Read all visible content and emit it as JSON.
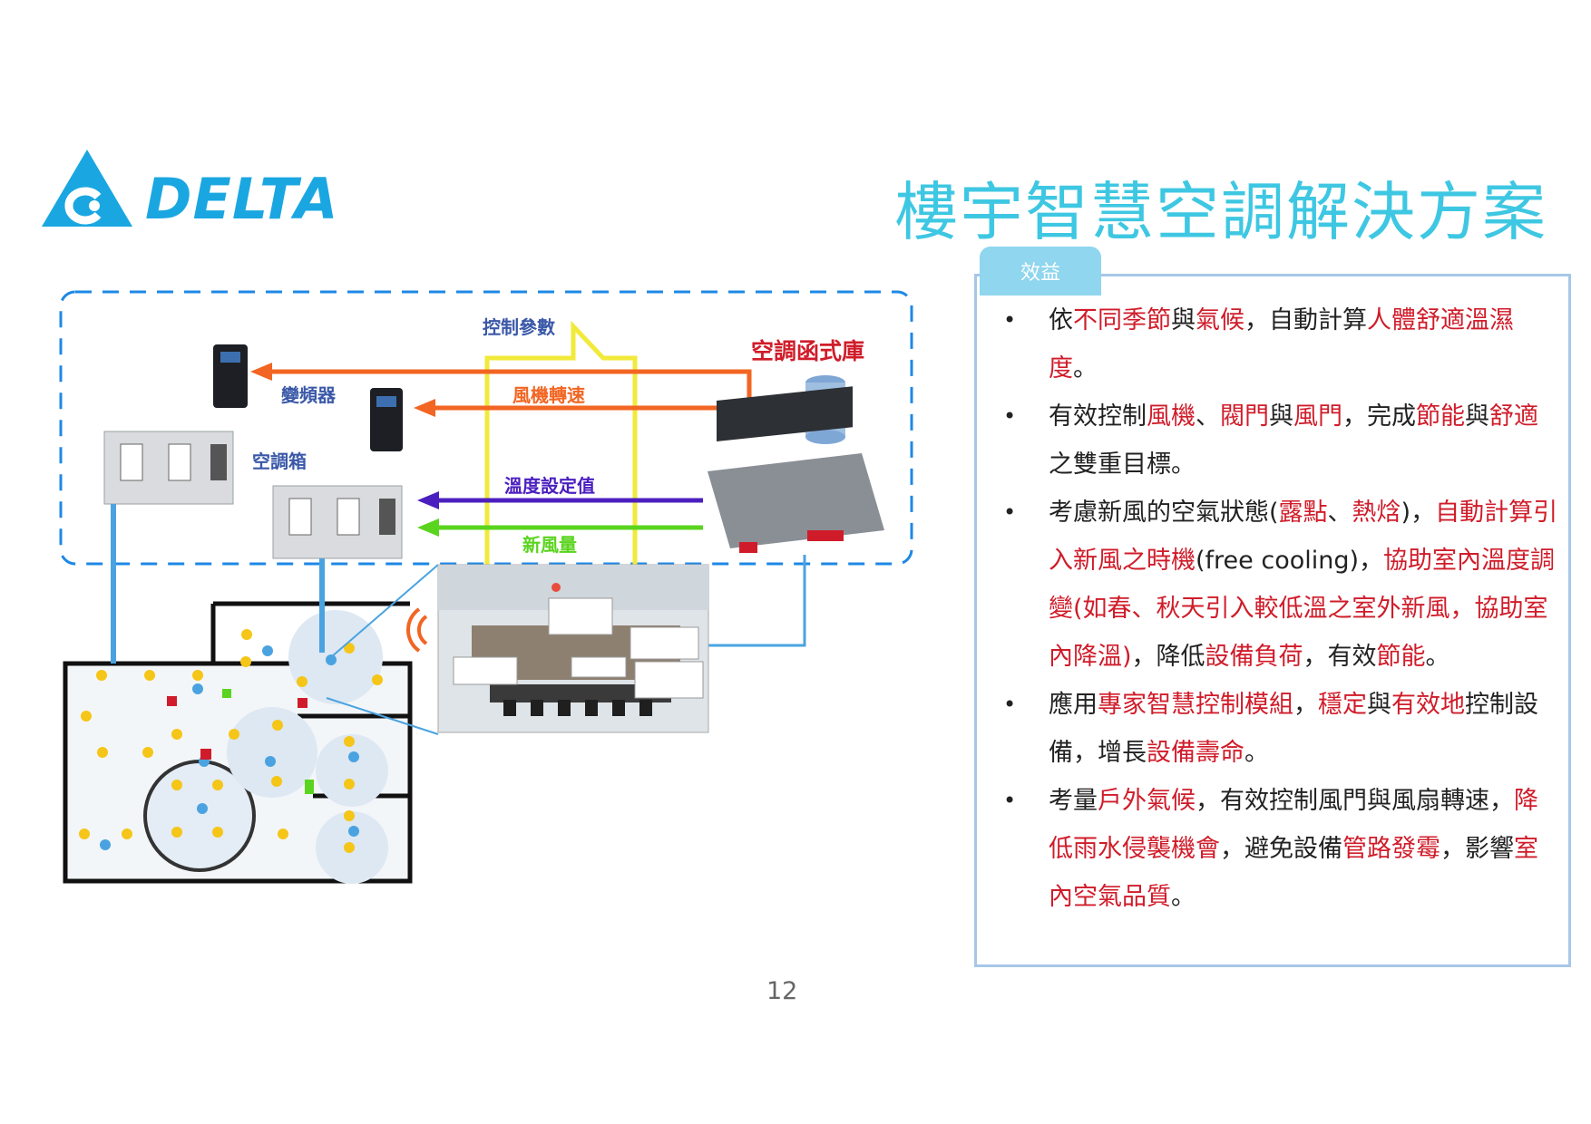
{
  "logo": {
    "text": "DELTA",
    "color": "#1aa7e1"
  },
  "page_title": "樓宇智慧空調解決方案",
  "panel": {
    "tab_label": "效益"
  },
  "bullets": [
    [
      {
        "t": "依",
        "h": false
      },
      {
        "t": "不同季節",
        "h": true
      },
      {
        "t": "與",
        "h": false
      },
      {
        "t": "氣候",
        "h": true
      },
      {
        "t": "，自動計算",
        "h": false
      },
      {
        "t": "人體舒適溫濕度",
        "h": true
      },
      {
        "t": "。",
        "h": false
      }
    ],
    [
      {
        "t": "有效控制",
        "h": false
      },
      {
        "t": "風機",
        "h": true
      },
      {
        "t": "、",
        "h": false
      },
      {
        "t": "閥門",
        "h": true
      },
      {
        "t": "與",
        "h": false
      },
      {
        "t": "風門",
        "h": true
      },
      {
        "t": "，完成",
        "h": false
      },
      {
        "t": "節能",
        "h": true
      },
      {
        "t": "與",
        "h": false
      },
      {
        "t": "舒適",
        "h": true
      },
      {
        "t": "之雙重目標。",
        "h": false
      }
    ],
    [
      {
        "t": "考慮新風的空氣狀態(",
        "h": false
      },
      {
        "t": "露點",
        "h": true
      },
      {
        "t": "、",
        "h": false
      },
      {
        "t": "熱焓",
        "h": true
      },
      {
        "t": ")，",
        "h": false
      },
      {
        "t": "自動計算引入新風之時機",
        "h": true
      },
      {
        "t": "(free cooling)，",
        "h": false
      },
      {
        "t": "協助室內溫度調變(如春、秋天引入較低溫之室外新風，協助室內降溫)",
        "h": true
      },
      {
        "t": "，降低",
        "h": false
      },
      {
        "t": "設備負荷",
        "h": true
      },
      {
        "t": "，有效",
        "h": false
      },
      {
        "t": "節能",
        "h": true
      },
      {
        "t": "。",
        "h": false
      }
    ],
    [
      {
        "t": "應用",
        "h": false
      },
      {
        "t": "專家智慧控制模組",
        "h": true
      },
      {
        "t": "，",
        "h": false
      },
      {
        "t": "穩定",
        "h": true
      },
      {
        "t": "與",
        "h": false
      },
      {
        "t": "有效地",
        "h": true
      },
      {
        "t": "控制設備，增長",
        "h": false
      },
      {
        "t": "設備壽命",
        "h": true
      },
      {
        "t": "。",
        "h": false
      }
    ],
    [
      {
        "t": "考量",
        "h": false
      },
      {
        "t": "戶外氣候",
        "h": true
      },
      {
        "t": "，有效控制風門與風扇轉速，",
        "h": false
      },
      {
        "t": "降低雨水侵襲機會",
        "h": true
      },
      {
        "t": "，避免設備",
        "h": false
      },
      {
        "t": "管路發霉",
        "h": true
      },
      {
        "t": "，影響",
        "h": false
      },
      {
        "t": "室內空氣品質",
        "h": true
      },
      {
        "t": "。",
        "h": false
      }
    ]
  ],
  "diagram": {
    "label_control_params": "控制參數",
    "label_library": "空調函式庫",
    "label_inverter": "變頻器",
    "label_fan_speed": "風機轉速",
    "label_ahu": "空調箱",
    "label_temp_setpoint": "溫度設定值",
    "label_fresh_air": "新風量"
  },
  "colors": {
    "title": "#3ec7e2",
    "highlight": "#d01c2a",
    "tab": "#8fd6ee",
    "panel_border": "#a7c7e7",
    "orange": "#f26522",
    "purple": "#4b1fbf",
    "green": "#5ad41e",
    "yellow": "#f2ea3a",
    "dash": "#1e88e5"
  },
  "page_number": "12"
}
